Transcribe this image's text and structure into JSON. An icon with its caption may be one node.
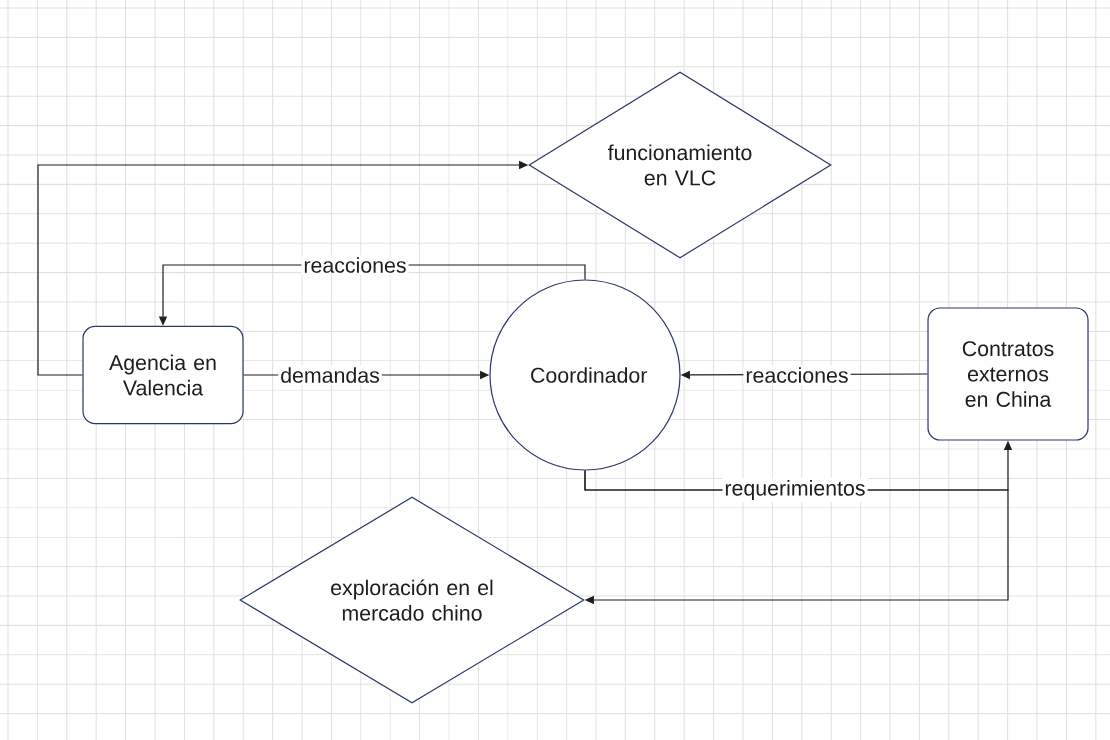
{
  "diagram": {
    "nodes": [
      {
        "text": [
          "Agencia en Valencia"
        ]
      },
      {
        "text": [
          "funcionamiento en VLC"
        ]
      },
      {
        "text": [
          "Coordinador"
        ]
      },
      {
        "text": [
          "Contratos externos en China"
        ]
      },
      {
        "text": [
          "exploración en el mercado chino"
        ]
      }
    ],
    "edges": [
      {
        "from": 0,
        "to": 1,
        "arrow": "to"
      },
      {
        "from": 2,
        "to": 0,
        "arrow": "to",
        "label": "reacciones"
      },
      {
        "from": 0,
        "to": 2,
        "arrow": "to",
        "label": "demandas"
      },
      {
        "from": 3,
        "to": 2,
        "arrow": "to",
        "label": "reacciones"
      },
      {
        "from": 2,
        "to": 3,
        "arrow": "to",
        "label": "requerimientos"
      },
      {
        "from": 2,
        "to": 4,
        "arrow": "to"
      }
    ]
  }
}
